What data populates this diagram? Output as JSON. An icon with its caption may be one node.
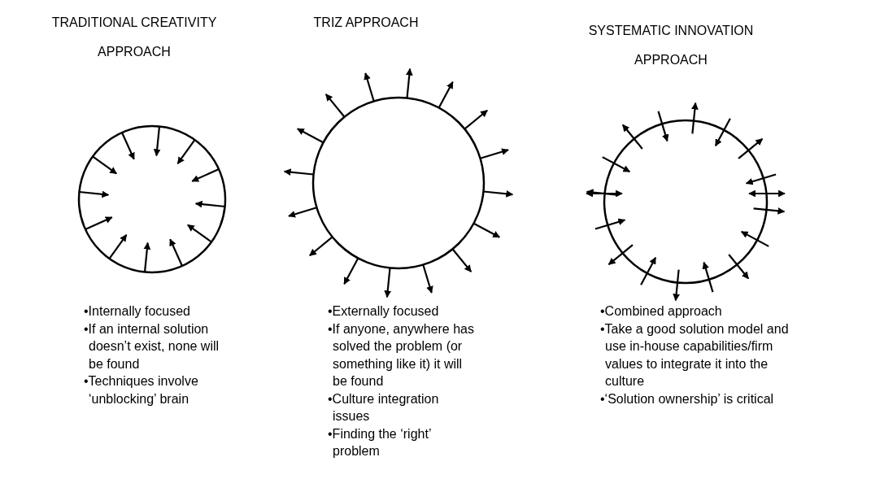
{
  "diagram": {
    "labels": [
      "TRADITIONAL CREATIVITY APPROACH",
      "TRIZ APPROACH",
      "SYSTEMATIC INNOVATION APPROACH",
      "•Internally focused",
      "•If an internal solution doesn’t exist, none will be found",
      "•Techniques involve ‘unblocking’ brain",
      "•Externally focused",
      "•If anyone, anywhere has solved the problem (or something like it) it will be found",
      "•Culture integration issues",
      "•Finding the ‘right’ problem",
      "•Combined approach",
      "•Take a good solution model and use in-house capabilities/firm values to integrate it into the culture",
      "•‘Solution ownership’ is critical"
    ]
  }
}
